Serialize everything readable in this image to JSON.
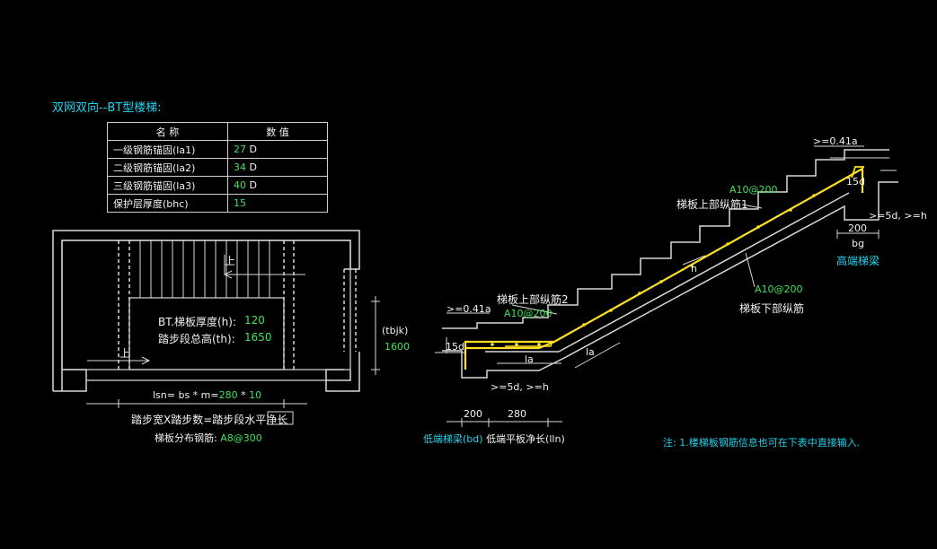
{
  "title": "双网双向--BT型楼梯:",
  "table": {
    "headers": [
      "名  称",
      "数  值"
    ],
    "rows": [
      {
        "name": "一级钢筋锚固(la1)",
        "value": "27",
        "unit": "D"
      },
      {
        "name": "二级钢筋锚固(la2)",
        "value": "34",
        "unit": "D"
      },
      {
        "name": "三级钢筋锚固(la3)",
        "value": "40",
        "unit": "D"
      },
      {
        "name": "保护层厚度(bhc)",
        "value": "15",
        "unit": ""
      }
    ]
  },
  "plan": {
    "thickness_label": "BT.梯板厚度(h):",
    "thickness_value": "120",
    "height_label": "踏步段总高(th):",
    "height_value": "1650",
    "up_top": "上",
    "up_left": "上",
    "tbjk_label": "(tbjk)",
    "tbjk_value": "1600",
    "lsn_label": "lsn= bs * m=",
    "lsn_bs": "280",
    "lsn_star": "*",
    "lsn_m": "10",
    "formula": "踏步宽X踏步数=踏步段水平净长",
    "dist_label": "梯板分布钢筋:",
    "dist_value": "A8@300"
  },
  "section": {
    "top_041la": ">=0.41a",
    "left_041la": ">=0.41a",
    "d15_right": "15d",
    "d15_left": "15d",
    "ge5d_right": ">=5d, >=h",
    "ge5d_left": ">=5d, >=h",
    "bar_top1_value": "A10@200",
    "bar_top1_label": "梯板上部纵筋1",
    "bar_top2_value": "A10@200",
    "bar_top2_label": "梯板上部纵筋2",
    "bar_bottom_value": "A10@200",
    "bar_bottom_label": "梯板下部纵筋",
    "h_label": "h",
    "la1": "la",
    "la2": "la",
    "right_200": "200",
    "bg": "bg",
    "high_beam": "高端梯梁",
    "low_200": "200",
    "low_280": "280",
    "low_beam": "低端梯梁(bd)",
    "low_slab": "低端平板净长(lln)"
  },
  "note": "注: 1.楼梯板钢筋信息也可在下表中直接输入."
}
